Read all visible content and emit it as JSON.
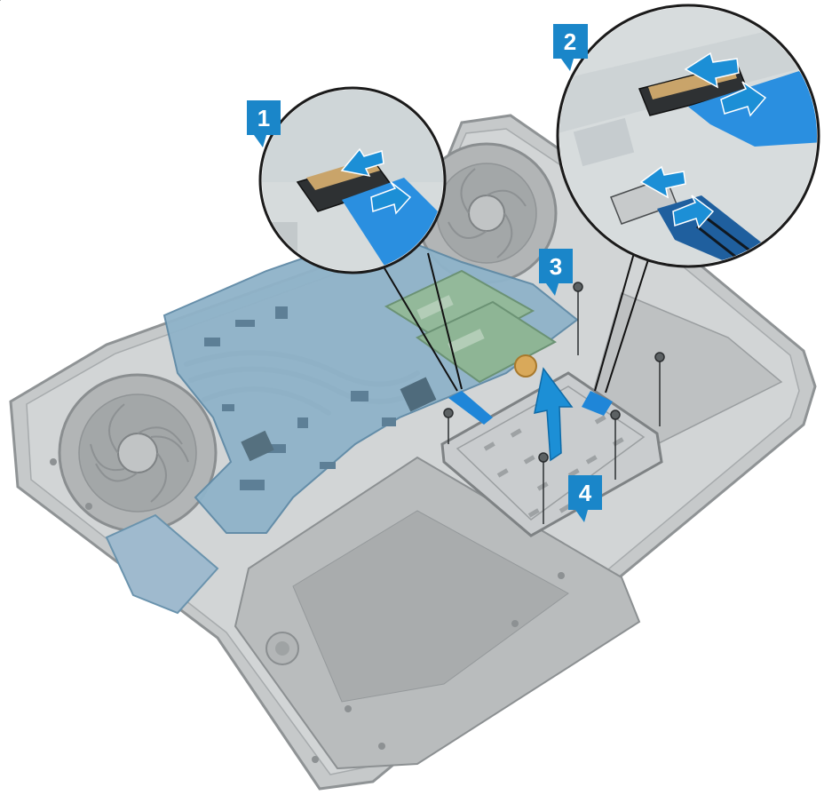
{
  "callouts": [
    {
      "id": "1",
      "label": "1"
    },
    {
      "id": "2",
      "label": "2"
    },
    {
      "id": "3",
      "label": "3"
    },
    {
      "id": "4",
      "label": "4"
    }
  ],
  "colors": {
    "callout_blue": "#1a86c9",
    "arrow_blue": "#1c8fd6",
    "cable_blue": "#1f86d8",
    "chassis": "#c9cccd",
    "chassis_edge": "#9ea2a4",
    "board": "#7fa9c2",
    "ram_green": "#93b99a",
    "bracket": "#c7cacc"
  }
}
